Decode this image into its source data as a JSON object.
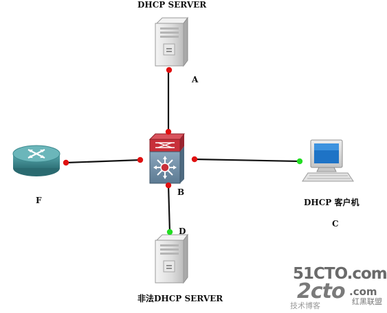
{
  "nodes": {
    "dhcp_server": {
      "label": "DHCP  SERVER",
      "type": "server"
    },
    "rogue_server": {
      "label": "非法DHCP  SERVER",
      "type": "server"
    },
    "client": {
      "label": "DHCP  客户机",
      "type": "computer"
    },
    "router": {
      "label": "F",
      "type": "router"
    },
    "switch": {
      "label": "B",
      "type": "layer3-switch"
    }
  },
  "ports": {
    "a": "A",
    "c": "C",
    "d": "D"
  },
  "links": [
    {
      "from": "switch",
      "to": "dhcp_server",
      "switch_end": "red",
      "far_end": "red"
    },
    {
      "from": "switch",
      "to": "router",
      "switch_end": "red",
      "far_end": "red"
    },
    {
      "from": "switch",
      "to": "client",
      "switch_end": "red",
      "far_end": "green"
    },
    {
      "from": "switch",
      "to": "rogue_server",
      "switch_end": "red",
      "far_end": "green"
    }
  ],
  "colors": {
    "port_red": "#e01010",
    "port_green": "#22dd22",
    "link": "#111111",
    "router_body": "#3f8f95",
    "switch_body": "#6f8ea6",
    "switch_top": "#c8303a",
    "server_body": "#d9d9d9",
    "watermark": "#555555"
  },
  "watermark": {
    "line1": "51CTO.com",
    "line2_big": "2cto",
    "line2_small": ".com",
    "line3": "技术博客",
    "line3_alt": "红黑联盟"
  }
}
